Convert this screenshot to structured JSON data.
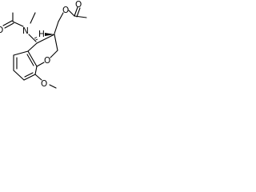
{
  "atoms": {
    "nitrogen": "N",
    "amide_oxygen": "O",
    "ester_carbonyl_oxygen": "O",
    "ester_oxygen": "O",
    "ring_oxygen": "O",
    "methoxy_oxygen": "O",
    "stereo_h": "H"
  },
  "colors": {
    "ink": "#000000",
    "background": "#ffffff"
  }
}
